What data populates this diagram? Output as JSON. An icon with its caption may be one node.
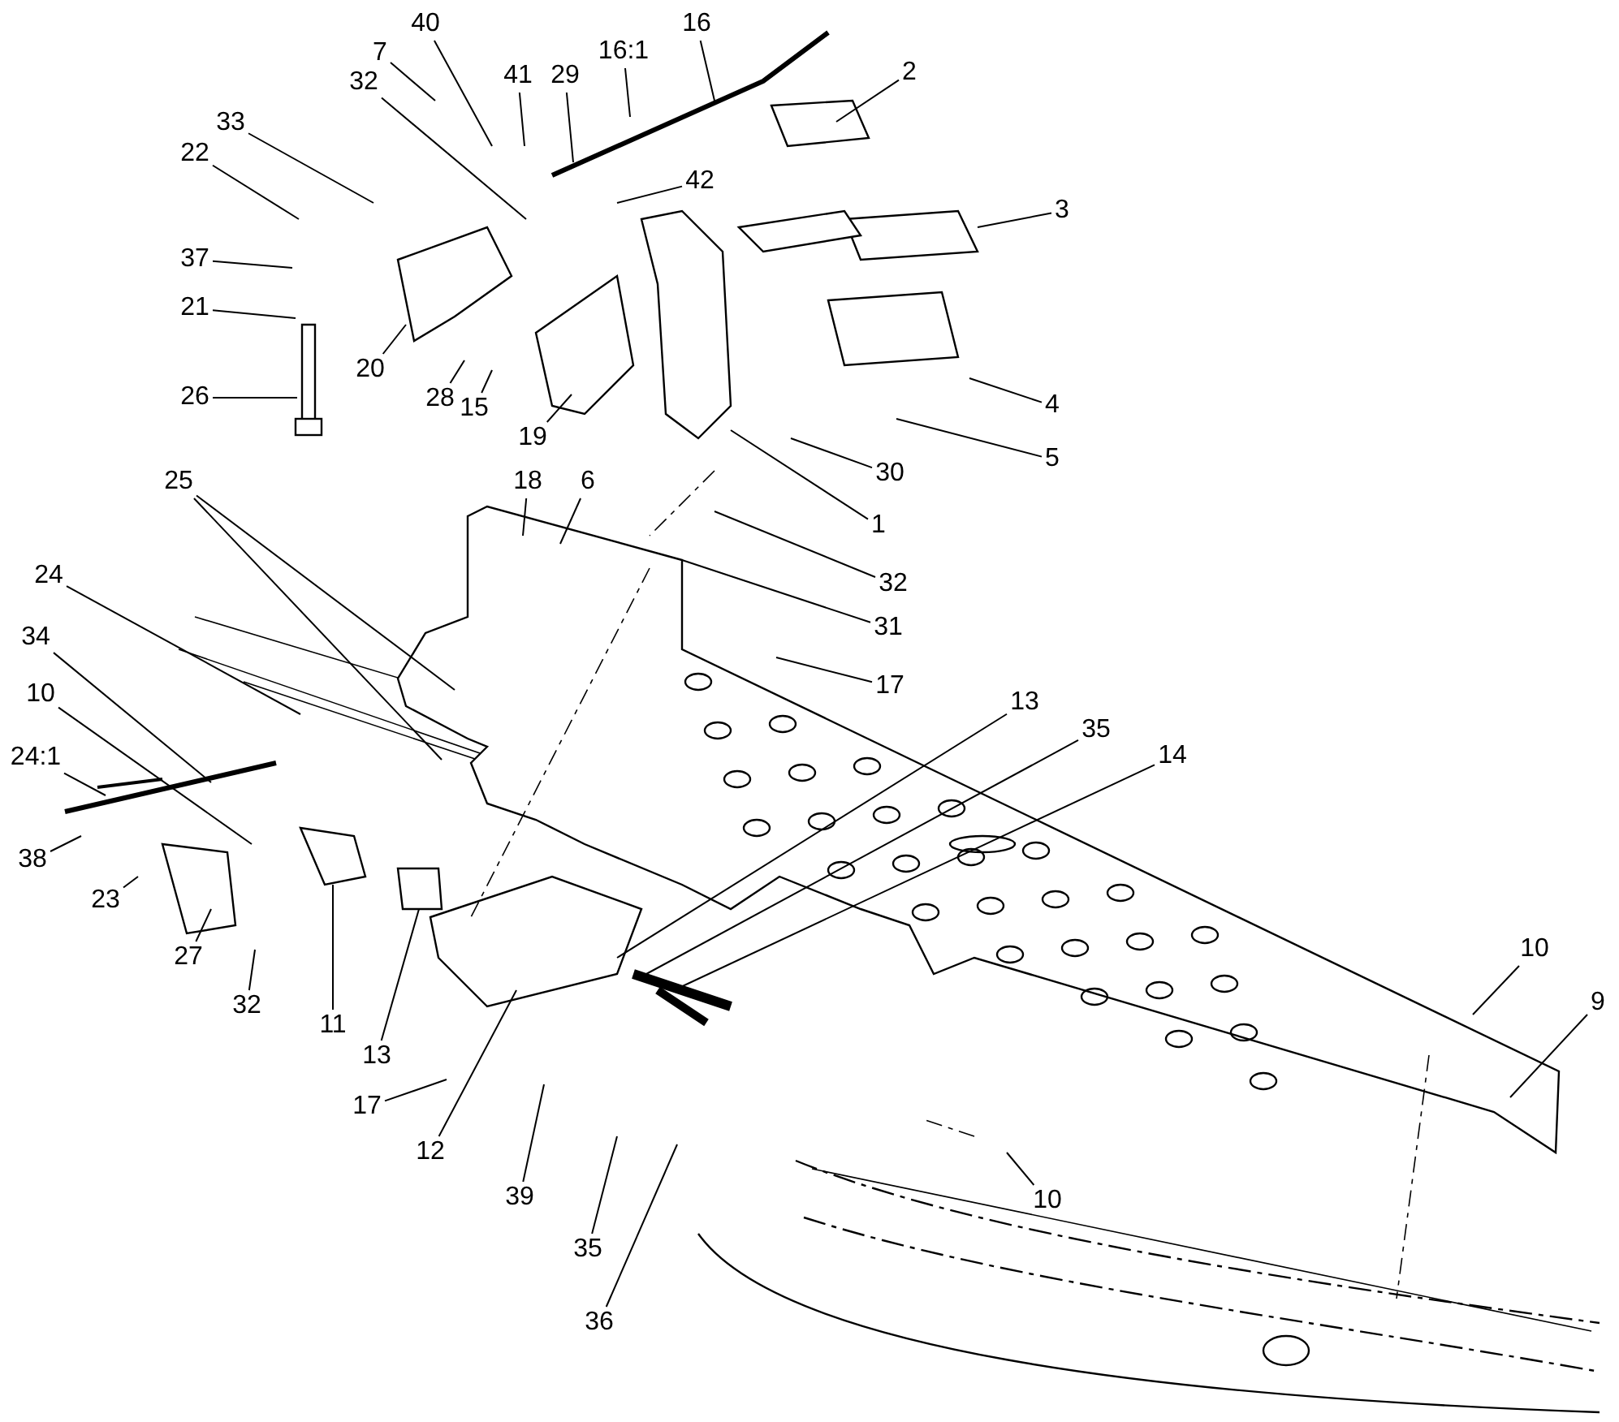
{
  "diagram": {
    "nodes": [
      {
        "text": [
          "40"
        ]
      },
      {
        "text": [
          "16"
        ]
      },
      {
        "text": [
          "7"
        ]
      },
      {
        "text": [
          "16:1"
        ]
      },
      {
        "text": [
          "2"
        ]
      },
      {
        "text": [
          "41"
        ]
      },
      {
        "text": [
          "29"
        ]
      },
      {
        "text": [
          "32"
        ]
      },
      {
        "text": [
          "33"
        ]
      },
      {
        "text": [
          "22"
        ]
      },
      {
        "text": [
          "42"
        ]
      },
      {
        "text": [
          "3"
        ]
      },
      {
        "text": [
          "37"
        ]
      },
      {
        "text": [
          "21"
        ]
      },
      {
        "text": [
          "20"
        ]
      },
      {
        "text": [
          "26"
        ]
      },
      {
        "text": [
          "28"
        ]
      },
      {
        "text": [
          "4"
        ]
      },
      {
        "text": [
          "15"
        ]
      },
      {
        "text": [
          "19"
        ]
      },
      {
        "text": [
          "5"
        ]
      },
      {
        "text": [
          "30"
        ]
      },
      {
        "text": [
          "25"
        ]
      },
      {
        "text": [
          "18"
        ]
      },
      {
        "text": [
          "6"
        ]
      },
      {
        "text": [
          "1"
        ]
      },
      {
        "text": [
          "24"
        ]
      },
      {
        "text": [
          "32"
        ]
      },
      {
        "text": [
          "31"
        ]
      },
      {
        "text": [
          "34"
        ]
      },
      {
        "text": [
          "13"
        ]
      },
      {
        "text": [
          "35"
        ]
      },
      {
        "text": [
          "17"
        ]
      },
      {
        "text": [
          "10"
        ]
      },
      {
        "text": [
          "14"
        ]
      },
      {
        "text": [
          "24:1"
        ]
      },
      {
        "text": [
          "38"
        ]
      },
      {
        "text": [
          "23"
        ]
      },
      {
        "text": [
          "27"
        ]
      },
      {
        "text": [
          "10"
        ]
      },
      {
        "text": [
          "32"
        ]
      },
      {
        "text": [
          "9"
        ]
      },
      {
        "text": [
          "11"
        ]
      },
      {
        "text": [
          "13"
        ]
      },
      {
        "text": [
          "17"
        ]
      },
      {
        "text": [
          "12"
        ]
      },
      {
        "text": [
          "39"
        ]
      },
      {
        "text": [
          "10"
        ]
      },
      {
        "text": [
          "35"
        ]
      },
      {
        "text": [
          "36"
        ]
      }
    ],
    "edges": [
      {
        "from": 0,
        "to": null,
        "arrow": "none"
      },
      {
        "from": 1,
        "to": null,
        "arrow": "none"
      },
      {
        "from": 2,
        "to": null,
        "arrow": "none"
      },
      {
        "from": 3,
        "to": null,
        "arrow": "none"
      },
      {
        "from": 4,
        "to": null,
        "arrow": "none"
      },
      {
        "from": 5,
        "to": null,
        "arrow": "none"
      },
      {
        "from": 6,
        "to": null,
        "arrow": "none"
      },
      {
        "from": 7,
        "to": null,
        "arrow": "none"
      },
      {
        "from": 8,
        "to": null,
        "arrow": "none"
      },
      {
        "from": 9,
        "to": null,
        "arrow": "none"
      },
      {
        "from": 10,
        "to": null,
        "arrow": "none"
      },
      {
        "from": 11,
        "to": null,
        "arrow": "none"
      },
      {
        "from": 12,
        "to": null,
        "arrow": "none"
      },
      {
        "from": 13,
        "to": null,
        "arrow": "none"
      },
      {
        "from": 14,
        "to": null,
        "arrow": "none"
      },
      {
        "from": 15,
        "to": null,
        "arrow": "none"
      },
      {
        "from": 16,
        "to": null,
        "arrow": "none"
      },
      {
        "from": 17,
        "to": null,
        "arrow": "none"
      },
      {
        "from": 18,
        "to": null,
        "arrow": "none"
      },
      {
        "from": 19,
        "to": null,
        "arrow": "none"
      },
      {
        "from": 20,
        "to": null,
        "arrow": "none"
      },
      {
        "from": 21,
        "to": null,
        "arrow": "none"
      },
      {
        "from": 22,
        "to": null,
        "arrow": "none"
      },
      {
        "from": 22,
        "to": null,
        "arrow": "none"
      },
      {
        "from": 23,
        "to": null,
        "arrow": "none"
      },
      {
        "from": 24,
        "to": null,
        "arrow": "none"
      },
      {
        "from": 25,
        "to": null,
        "arrow": "none"
      },
      {
        "from": 26,
        "to": null,
        "arrow": "none"
      },
      {
        "from": 27,
        "to": null,
        "arrow": "none"
      },
      {
        "from": 28,
        "to": null,
        "arrow": "none"
      },
      {
        "from": 29,
        "to": null,
        "arrow": "none"
      },
      {
        "from": 30,
        "to": null,
        "arrow": "none"
      },
      {
        "from": 31,
        "to": null,
        "arrow": "none"
      },
      {
        "from": 32,
        "to": null,
        "arrow": "none"
      },
      {
        "from": 33,
        "to": null,
        "arrow": "none"
      },
      {
        "from": 34,
        "to": null,
        "arrow": "none"
      },
      {
        "from": 35,
        "to": null,
        "arrow": "none"
      },
      {
        "from": 36,
        "to": null,
        "arrow": "none"
      },
      {
        "from": 37,
        "to": null,
        "arrow": "none"
      },
      {
        "from": 38,
        "to": null,
        "arrow": "none"
      },
      {
        "from": 39,
        "to": null,
        "arrow": "none"
      },
      {
        "from": 40,
        "to": null,
        "arrow": "none"
      },
      {
        "from": 41,
        "to": null,
        "arrow": "none"
      },
      {
        "from": 42,
        "to": null,
        "arrow": "none"
      },
      {
        "from": 43,
        "to": null,
        "arrow": "none"
      },
      {
        "from": 44,
        "to": null,
        "arrow": "none"
      },
      {
        "from": 45,
        "to": null,
        "arrow": "none"
      },
      {
        "from": 46,
        "to": null,
        "arrow": "none"
      },
      {
        "from": 47,
        "to": null,
        "arrow": "none"
      },
      {
        "from": 48,
        "to": null,
        "arrow": "none"
      },
      {
        "from": 49,
        "to": null,
        "arrow": "none"
      }
    ]
  }
}
